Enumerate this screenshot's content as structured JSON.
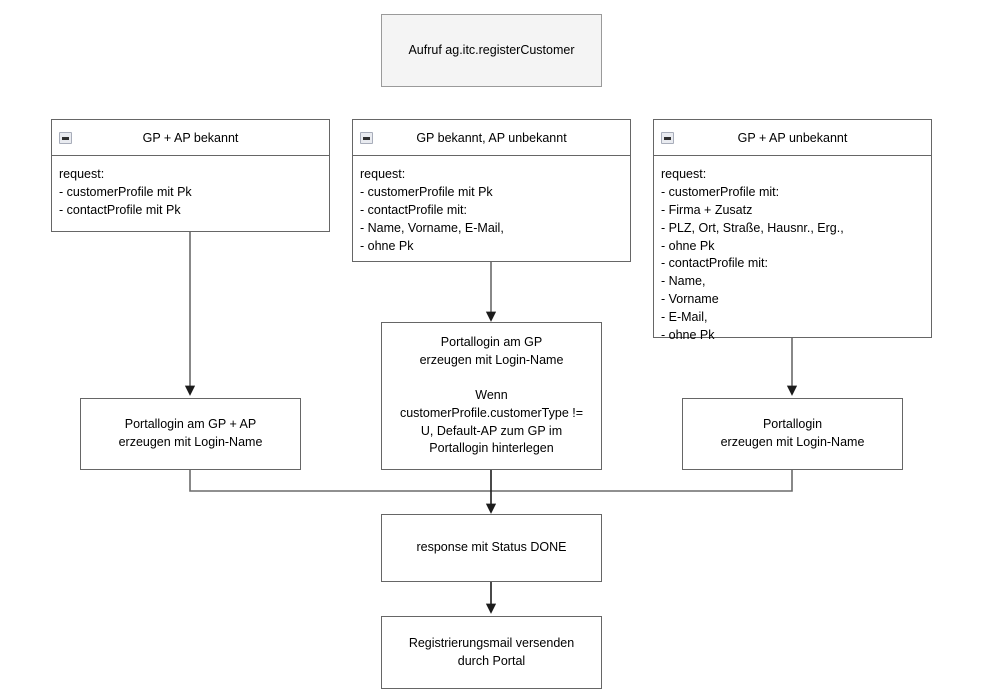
{
  "diagram": {
    "title": "registerCustomer Ablauf",
    "background": "#ffffff",
    "line_color": "#4d4d4d",
    "box_border_color": "#666666",
    "start_fill": "#f4f4f4",
    "icon_name": "collapse-minus-icon"
  },
  "nodes": {
    "start": {
      "label": "Aufruf ag.itc.registerCustomer"
    },
    "case1": {
      "header": "GP + AP bekannt",
      "body": "request:\n- customerProfile mit Pk\n- contactProfile mit Pk"
    },
    "case2": {
      "header": "GP bekannt, AP unbekannt",
      "body": "request:\n- customerProfile mit Pk\n- contactProfile mit:\n  - Name, Vorname, E-Mail,\n  - ohne Pk"
    },
    "case3": {
      "header": "GP + AP unbekannt",
      "body": "request:\n- customerProfile mit:\n  - Firma + Zusatz\n  - PLZ, Ort, Straße, Hausnr., Erg.,\n  - ohne Pk\n- contactProfile mit:\n  - Name,\n  - Vorname\n  - E-Mail,\n  - ohne Pk"
    },
    "action1": {
      "label": "Portallogin am GP + AP\nerzeugen mit Login-Name"
    },
    "action2": {
      "label": "Portallogin am GP\nerzeugen mit Login-Name\n\nWenn\ncustomerProfile.customerType !=\nU, Default-AP zum GP im\nPortallogin hinterlegen"
    },
    "action3": {
      "label": "Portallogin\nerzeugen mit Login-Name"
    },
    "response": {
      "label": "response mit Status DONE"
    },
    "mail": {
      "label": "Registrierungsmail versenden\ndurch Portal"
    }
  }
}
